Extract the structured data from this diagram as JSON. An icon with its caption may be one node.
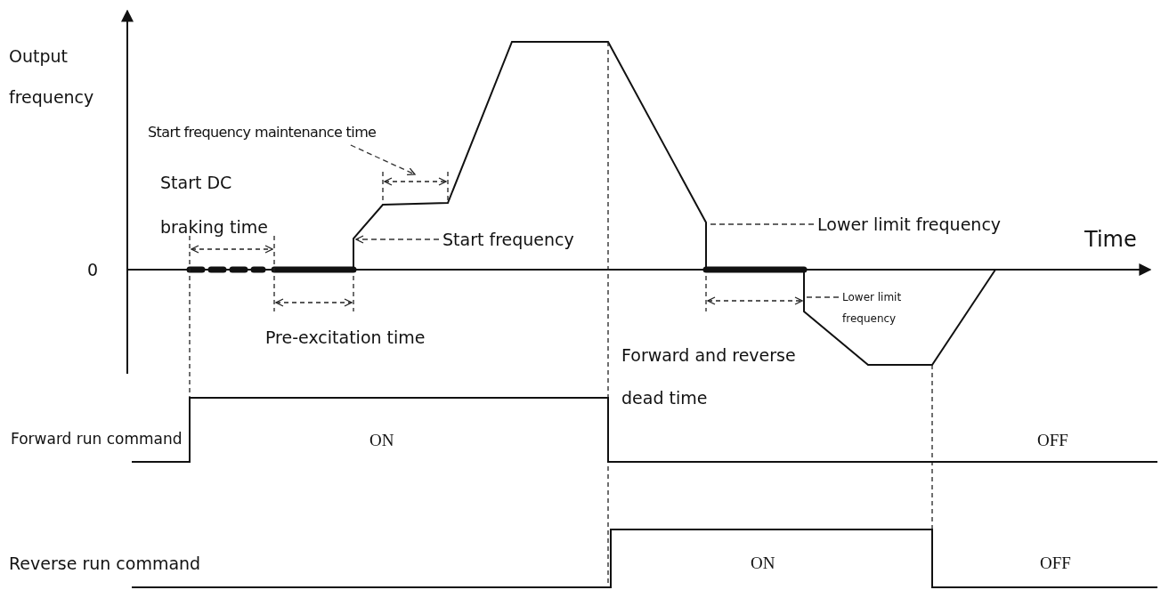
{
  "diagram": {
    "nodes": [
      {
        "text": [
          "Start frequency"
        ]
      },
      {
        "text": [
          "Lower limit frequency"
        ]
      },
      {
        "text": [
          "Lower limit frequency"
        ]
      },
      {
        "text": [
          "Start frequency maintenance time"
        ]
      }
    ],
    "edges": [
      {
        "from": 0,
        "to": null,
        "arrow": "to",
        "style": "dashed"
      },
      {
        "from": 1,
        "to": null,
        "arrow": "none",
        "style": "dashed"
      },
      {
        "from": 2,
        "to": null,
        "arrow": "none",
        "style": "dashed"
      },
      {
        "from": 3,
        "to": null,
        "arrow": "to",
        "style": "dashed"
      }
    ],
    "labels": [
      "Output frequency",
      "0",
      "Time",
      "Start DC braking time",
      "Pre-excitation time",
      "Forward and reverse dead time",
      "Forward run command",
      "ON",
      "OFF",
      "Reverse run command",
      "ON",
      "OFF"
    ]
  }
}
